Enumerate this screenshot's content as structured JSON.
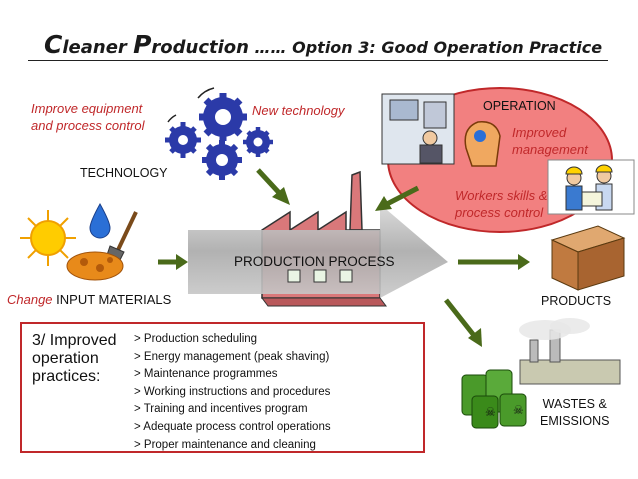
{
  "title": {
    "c1": "C",
    "w1": "leaner ",
    "c2": "P",
    "w2": "roduction",
    "rest": " …… Option 3: Good Operation Practice"
  },
  "technology": {
    "improve": [
      "Improve equipment",
      "and process control"
    ],
    "new_tech": "New technology",
    "label": "TECHNOLOGY"
  },
  "operation": {
    "label": "OPERATION",
    "improved": [
      "Improved",
      "management"
    ],
    "workers": [
      "Workers skills &",
      "process control"
    ]
  },
  "inputs": {
    "change": "Change",
    "label": "INPUT MATERIALS"
  },
  "process": {
    "label": "PRODUCTION  PROCESS"
  },
  "products": {
    "label": "PRODUCTS"
  },
  "wastes": {
    "label": [
      "WASTES &",
      "EMISSIONS"
    ]
  },
  "practices_box": {
    "title": [
      "3/ Improved",
      "operation",
      "practices:"
    ],
    "items": [
      "> Production scheduling",
      "> Energy management (peak shaving)",
      "> Maintenance programmes",
      "> Working instructions and procedures",
      "> Training and incentives program",
      "> Adequate process control operations",
      "> Proper maintenance and cleaning"
    ]
  },
  "colors": {
    "accent_red": "#c0282a",
    "arrow_green": "#4a6a1a",
    "ellipse_fill": "#f28080",
    "gear_blue": "#2b3aa8"
  }
}
